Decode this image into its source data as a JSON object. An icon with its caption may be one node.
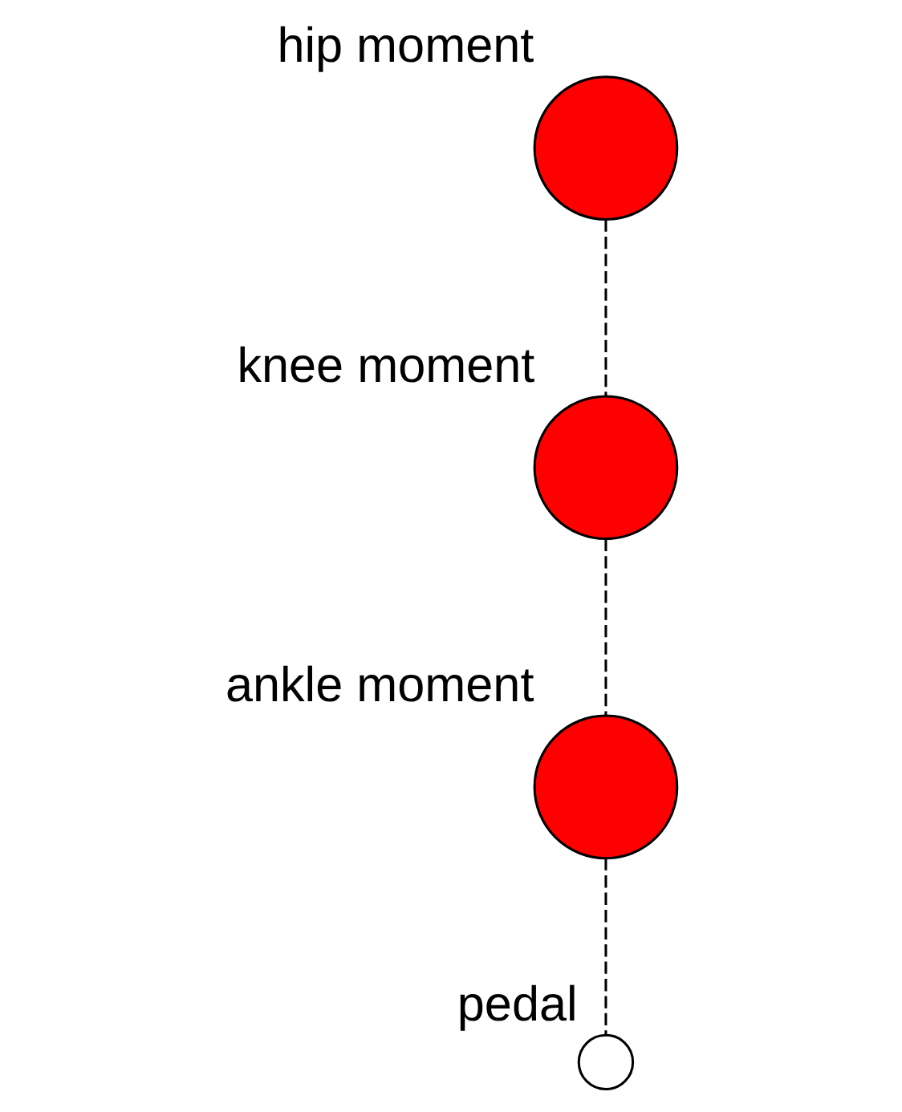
{
  "diagram": {
    "nodes": [
      {
        "text": [],
        "shape": "circle",
        "beside": [
          "hip moment"
        ]
      },
      {
        "text": [],
        "shape": "circle",
        "beside": [
          "knee moment"
        ]
      },
      {
        "text": [],
        "shape": "circle",
        "beside": [
          "ankle moment"
        ]
      },
      {
        "text": [],
        "shape": "circle",
        "beside": [
          "pedal"
        ]
      }
    ],
    "edges": [
      {
        "from": 0,
        "to": 1,
        "arrow": "none",
        "style": "dashed"
      },
      {
        "from": 1,
        "to": 2,
        "arrow": "none",
        "style": "dashed"
      },
      {
        "from": 2,
        "to": 3,
        "arrow": "none",
        "style": "dashed"
      }
    ]
  }
}
